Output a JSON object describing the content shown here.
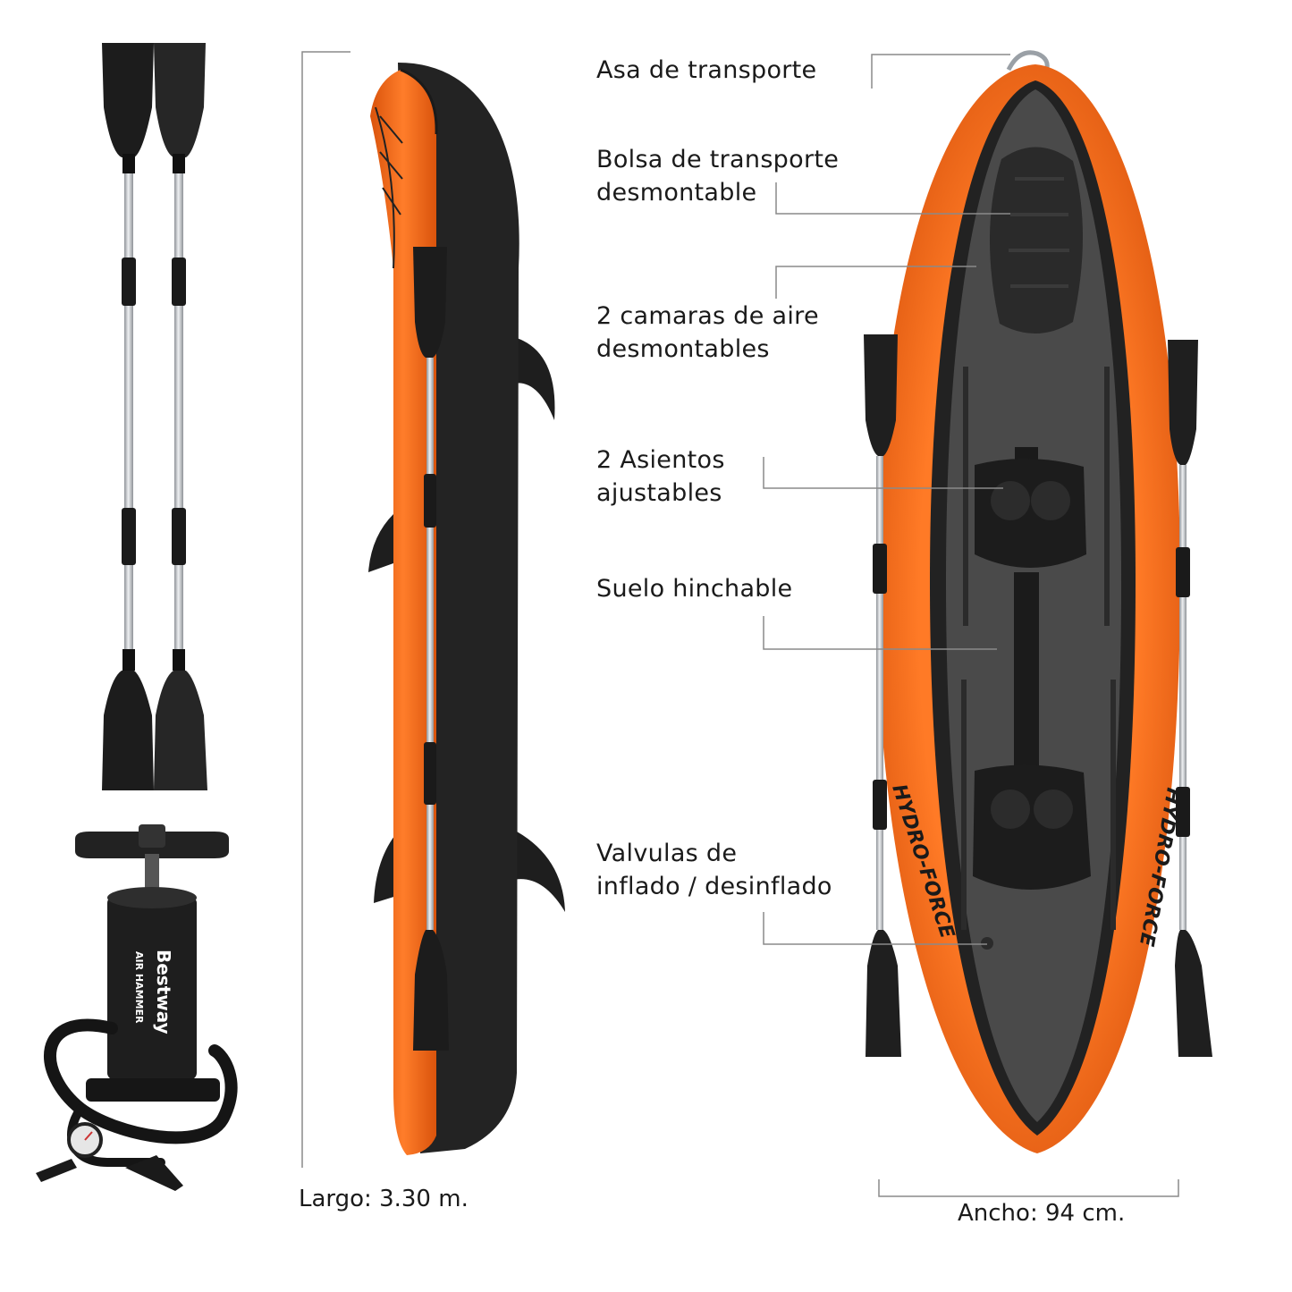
{
  "callouts": [
    {
      "lines": [
        "Asa de transporte"
      ]
    },
    {
      "lines": [
        "Bolsa de transporte",
        "desmontable"
      ]
    },
    {
      "lines": [
        "2 camaras de aire",
        "desmontables"
      ]
    },
    {
      "lines": [
        "2 Asientos",
        "ajustables"
      ]
    },
    {
      "lines": [
        "Suelo hinchable"
      ]
    },
    {
      "lines": [
        "Valvulas de",
        "inflado / desinflado"
      ]
    }
  ],
  "dimensions": {
    "length": "Largo: 3.30 m.",
    "width": "Ancho: 94 cm."
  },
  "product_marks": {
    "pump_brand": "Bestway",
    "pump_model": "AIR HAMMER",
    "kayak_brand": "HYDRO-FORCE"
  },
  "colors": {
    "kayak_orange": "#f26a1b",
    "kayak_dark": "#2b2b2b",
    "deck_grey": "#4a4a4a",
    "paddle_black": "#1c1c1c",
    "shaft_silver": "#c9ccd0",
    "leader_line": "#8a8a8a"
  }
}
